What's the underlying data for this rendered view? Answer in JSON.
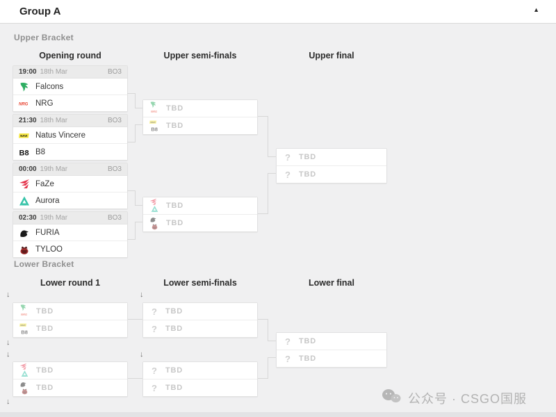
{
  "header": {
    "title": "Group A"
  },
  "icons": {
    "collapse": "▲",
    "drop": "↓",
    "unknown": "?"
  },
  "placeholders": {
    "tbd": "TBD"
  },
  "teams": {
    "falcons": {
      "name": "Falcons",
      "color": "#2eae62"
    },
    "nrg": {
      "name": "NRG",
      "color": "#e8412e"
    },
    "navi": {
      "name": "Natus Vincere",
      "color": "#f5e642"
    },
    "b8": {
      "name": "B8",
      "color": "#141414"
    },
    "faze": {
      "name": "FaZe",
      "color": "#e4344c"
    },
    "aurora": {
      "name": "Aurora",
      "color": "#35c3a8"
    },
    "furia": {
      "name": "FURIA",
      "color": "#1c1c1c"
    },
    "tyloo": {
      "name": "TYLOO",
      "color": "#9e2b2b"
    }
  },
  "upper": {
    "section_label": "Upper Bracket",
    "columns": [
      "Opening round",
      "Upper semi-finals",
      "Upper final"
    ],
    "matches": [
      {
        "time": "19:00",
        "date": "18th Mar",
        "format": "BO3"
      },
      {
        "time": "21:30",
        "date": "18th Mar",
        "format": "BO3"
      },
      {
        "time": "00:00",
        "date": "19th Mar",
        "format": "BO3"
      },
      {
        "time": "02:30",
        "date": "19th Mar",
        "format": "BO3"
      }
    ]
  },
  "lower": {
    "section_label": "Lower Bracket",
    "columns": [
      "Lower round 1",
      "Lower semi-finals",
      "Lower final"
    ]
  },
  "watermark": {
    "text": "公众号 · CSGO国服"
  }
}
